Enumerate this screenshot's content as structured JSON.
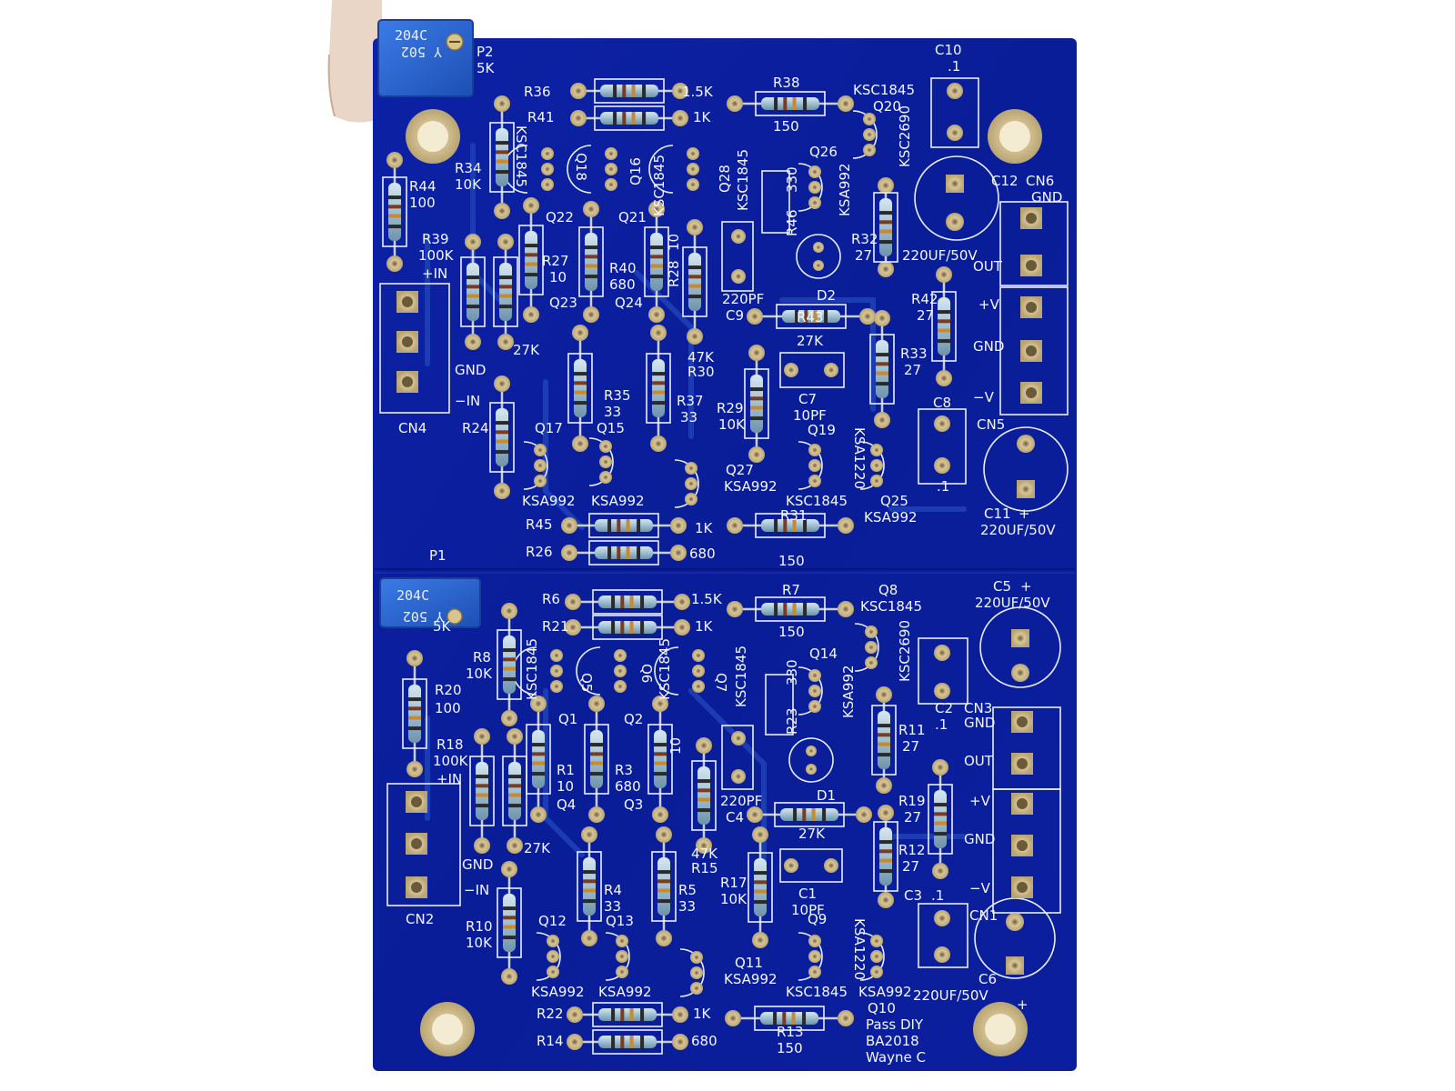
{
  "board": {
    "credits": [
      "Pass DIY",
      "BA2018",
      "Wayne C"
    ],
    "colors": {
      "board": "#0b1fa0",
      "silk": "#f4f7ff",
      "pad": "#cdb989",
      "pot": "#2b6bd8",
      "background": "#ffffff"
    }
  },
  "trimpots": [
    {
      "code1": "204C",
      "code2": "Y 502"
    },
    {
      "code1": "204C",
      "code2": "Y 502"
    }
  ],
  "labels": {
    "p2": "P2",
    "p2v": "5K",
    "c10": "C10",
    "c10v": ".1",
    "r36": "R36",
    "r36v": "1.5K",
    "r38": "R38",
    "r38v": "150",
    "q20t": "KSC1845",
    "q20": "Q20",
    "r41": "R41",
    "r41v": "1K",
    "q20v": "KSC2690",
    "r34": "R34",
    "r34v": "10K",
    "q18": "Q18",
    "q18v": "KSC1845",
    "q16": "Q16",
    "q16v": "KSC1845",
    "q28": "Q28",
    "q28v": "KSC1845",
    "r46": "R46",
    "r46v": "330",
    "q26": "Q26",
    "q26v": "KSA992",
    "c12": "C12",
    "cn6": "CN6",
    "gnd1": "GND",
    "r44": "R44",
    "r44v": "100",
    "q22": "Q22",
    "q21": "Q21",
    "r28": "R28",
    "r28v": "10",
    "r39": "R39",
    "r39v": "100K",
    "r27": "R27",
    "r27v": "10",
    "r40": "R40",
    "r40v": "680",
    "r32": "R32",
    "r32v": "27",
    "c12v": "220UF/50V",
    "out1": "OUT",
    "pin1": "+IN",
    "q23": "Q23",
    "q24": "Q24",
    "c9v": "220PF",
    "d2": "D2",
    "r42": "R42",
    "r42v": "27",
    "pv1": "+V",
    "c9": "C9",
    "r43": "R43",
    "r43v": "27K",
    "gnd2": "GND",
    "r25v": "27K",
    "r16v": "47K",
    "r30": "R30",
    "r33": "R33",
    "r33v": "27",
    "gnd3": "GND",
    "nin1": "−IN",
    "r35": "R35",
    "r35v": "33",
    "r37": "R37",
    "r37v": "33",
    "c7": "C7",
    "c7v": "10PF",
    "c8": "C8",
    "cn5": "CN5",
    "nv1": "−V",
    "cn4": "CN4",
    "r24": "R24",
    "r29": "R29",
    "r29v": "10K",
    "q17": "Q17",
    "q15": "Q15",
    "q19": "Q19",
    "q25t": "KSA1220",
    "q27": "Q27",
    "q27v": "KSA992",
    "c8v": ".1",
    "ksa992a": "KSA992",
    "ksa992b": "KSA992",
    "q19v": "KSC1845",
    "q25": "Q25",
    "c11": "C11",
    "c11p": "+",
    "q25v": "KSA992",
    "r45": "R45",
    "r45v": "1K",
    "r31": "R31",
    "c11v": "220UF/50V",
    "r26": "R26",
    "r26v": "680",
    "r31v": "150",
    "p1": "P1",
    "c5": "C5",
    "c5p": "+",
    "c5v": "220UF/50V",
    "r6": "R6",
    "r6v": "1.5K",
    "r7": "R7",
    "q8": "Q8",
    "q8t": "KSC1845",
    "r21": "R21",
    "r21v": "1K",
    "r7v": "150",
    "p1v": "5K",
    "q8v": "KSC2690",
    "r8": "R8",
    "r8v": "10K",
    "q5": "Q5",
    "q5v": "KSC1845",
    "q6": "Q6",
    "q6v": "KSC1845",
    "q7": "Q7",
    "q7v": "KSC1845",
    "r23": "R23",
    "r23v": "330",
    "q14": "Q14",
    "q14v": "KSA992",
    "c2": "C2",
    "cn3": "CN3",
    "r20": "R20",
    "r20v": "100",
    "c2v": ".1",
    "gnd4": "GND",
    "q1": "Q1",
    "q2": "Q2",
    "r2v": "10",
    "r11": "R11",
    "r11v": "27",
    "r18": "R18",
    "r18v": "100K",
    "r1": "R1",
    "r1v": "10",
    "r3": "R3",
    "r3v": "680",
    "out2": "OUT",
    "pin2": "+IN",
    "c4v": "220PF",
    "d1": "D1",
    "r19": "R19",
    "r19v": "27",
    "pv2": "+V",
    "q4": "Q4",
    "q3": "Q3",
    "c4": "C4",
    "r9v": "27K",
    "gnd5": "GND",
    "r13v2": "27K",
    "r16bv": "47K",
    "r15": "R15",
    "r12": "R12",
    "r12v": "27",
    "gnd6": "GND",
    "nin2": "−IN",
    "r4": "R4",
    "r4v": "33",
    "r5": "R5",
    "r5v": "33",
    "r17": "R17",
    "r17v": "10K",
    "c1": "C1",
    "c1v": "10PF",
    "c3": "C3",
    "c3v": ".1",
    "nv2": "−V",
    "cn2": "CN2",
    "cn1": "CN1",
    "r10": "R10",
    "r10v": "10K",
    "q12": "Q12",
    "q13": "Q13",
    "q9": "Q9",
    "q10t": "KSA1220",
    "q11": "Q11",
    "q11v": "KSA992",
    "c6": "C6",
    "ksa992c": "KSA992",
    "ksa992d": "KSA992",
    "q9v": "KSC1845",
    "q10v": "KSA992",
    "c6v": "220UF/50V",
    "c6p": "+",
    "r22": "R22",
    "r22v": "1K",
    "r13": "R13",
    "q10": "Q10",
    "r14": "R14",
    "r14v": "680",
    "r13v": "150"
  }
}
